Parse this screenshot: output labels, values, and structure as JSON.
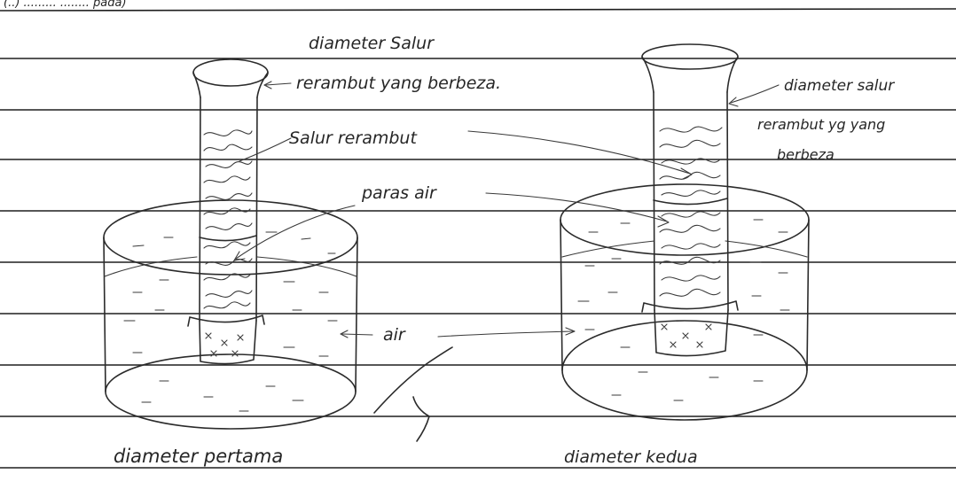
{
  "header": {
    "partial_text": "(..) ......... ........ pada)"
  },
  "labels": {
    "left_diameter_line1": "diameter Salur",
    "left_diameter_line2": "rerambut yang berbeza.",
    "left_capillary": "Salur rerambut",
    "left_water_level": "paras air",
    "water": "air",
    "right_diameter_line1": "diameter salur",
    "right_diameter_line2": "rerambut yg yang",
    "right_diameter_line3": "berbeza"
  },
  "captions": {
    "left": "diameter pertama",
    "right": "diameter kedua"
  },
  "colors": {
    "ink": "#2b2b2b",
    "paper": "#ffffff",
    "rule": "#1e1e1e"
  }
}
